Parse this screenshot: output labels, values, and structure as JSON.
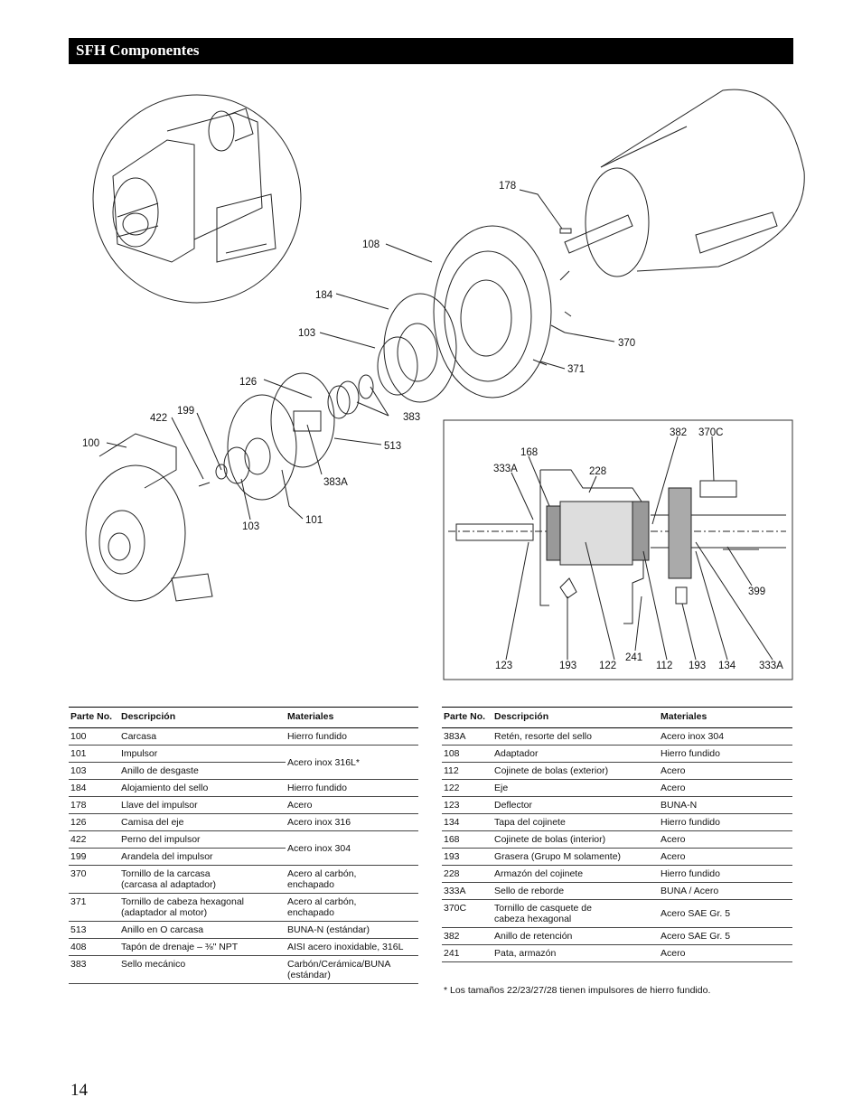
{
  "header": {
    "title": "SFH Componentes"
  },
  "exploded_view": {
    "callouts": [
      "178",
      "108",
      "184",
      "103",
      "370",
      "371",
      "126",
      "199",
      "422",
      "383",
      "513",
      "100",
      "383A",
      "101",
      "103"
    ]
  },
  "section_view": {
    "callouts": [
      "382",
      "370C",
      "168",
      "333A",
      "228",
      "399",
      "123",
      "193",
      "122",
      "241",
      "112",
      "193",
      "134",
      "333A"
    ]
  },
  "table_left": {
    "headers": [
      "Parte No.",
      "Descripción",
      "Materiales"
    ],
    "rows": [
      {
        "part": "100",
        "desc": "Carcasa",
        "mat": "Hierro fundido"
      },
      {
        "part": "101",
        "desc": "Impulsor",
        "mat": "Acero inox 316L*"
      },
      {
        "part": "103",
        "desc": "Anillo de desgaste",
        "mat": ""
      },
      {
        "part": "184",
        "desc": "Alojamiento del sello",
        "mat": "Hierro fundido"
      },
      {
        "part": "178",
        "desc": "Llave del impulsor",
        "mat": "Acero"
      },
      {
        "part": "126",
        "desc": "Camisa del eje",
        "mat": "Acero inox 316"
      },
      {
        "part": "422",
        "desc": "Perno del impulsor",
        "mat": "Acero inox 304"
      },
      {
        "part": "199",
        "desc": "Arandela del impulsor",
        "mat": ""
      },
      {
        "part": "370",
        "desc": "Tornillo de la carcasa",
        "desc2": "(carcasa al adaptador)",
        "mat": "Acero al carbón,",
        "mat2": "enchapado"
      },
      {
        "part": "371",
        "desc": "Tornillo de cabeza hexagonal",
        "desc2": "(adaptador al motor)",
        "mat": "Acero al carbón,",
        "mat2": "enchapado"
      },
      {
        "part": "513",
        "desc": "Anillo en O carcasa",
        "mat": "BUNA-N (estándar)"
      },
      {
        "part": "408",
        "desc": "Tapón de drenaje – ⅜\"  NPT",
        "mat": "AISI acero inoxidable, 316L"
      },
      {
        "part": "383",
        "desc": "Sello mecánico",
        "mat": "Carbón/Cerámica/BUNA (estándar)"
      }
    ]
  },
  "table_right": {
    "headers": [
      "Parte No.",
      "Descripción",
      "Materiales"
    ],
    "rows": [
      {
        "part": "383A",
        "desc": "Retén, resorte del sello",
        "mat": "Acero inox 304"
      },
      {
        "part": "108",
        "desc": "Adaptador",
        "mat": "Hierro fundido"
      },
      {
        "part": "112",
        "desc": "Cojinete de bolas (exterior)",
        "mat": "Acero"
      },
      {
        "part": "122",
        "desc": "Eje",
        "mat": "Acero"
      },
      {
        "part": "123",
        "desc": "Deflector",
        "mat": "BUNA-N"
      },
      {
        "part": "134",
        "desc": "Tapa del cojinete",
        "mat": "Hierro fundido"
      },
      {
        "part": "168",
        "desc": "Cojinete de bolas (interior)",
        "mat": "Acero"
      },
      {
        "part": "193",
        "desc": "Grasera (Grupo M solamente)",
        "mat": "Acero"
      },
      {
        "part": "228",
        "desc": "Armazón del cojinete",
        "mat": "Hierro fundido"
      },
      {
        "part": "333A",
        "desc": "Sello de reborde",
        "mat": "BUNA / Acero"
      },
      {
        "part": "370C",
        "desc": "Tornillo de casquete de",
        "desc2": "cabeza hexagonal",
        "mat": "Acero SAE Gr. 5"
      },
      {
        "part": "382",
        "desc": "Anillo de retención",
        "mat": "Acero SAE Gr. 5"
      },
      {
        "part": "241",
        "desc": "Pata, armazón",
        "mat": "Acero"
      }
    ]
  },
  "footnote": "* Los tamaños 22/23/27/28 tienen impulsores de hierro fundido.",
  "page_number": "14"
}
